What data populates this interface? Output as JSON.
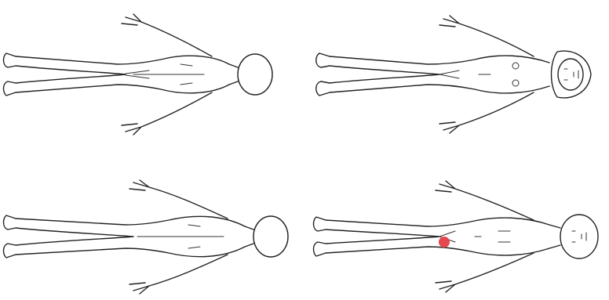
{
  "diagram": {
    "figures": [
      {
        "id": "female-back",
        "view": "posterior",
        "sex": "female"
      },
      {
        "id": "female-front",
        "view": "anterior",
        "sex": "female"
      },
      {
        "id": "male-back",
        "view": "posterior",
        "sex": "male"
      },
      {
        "id": "male-front",
        "view": "anterior",
        "sex": "male"
      }
    ],
    "marker": {
      "figure": "male-front",
      "region": "right-groin",
      "color": "#e5484d"
    }
  }
}
